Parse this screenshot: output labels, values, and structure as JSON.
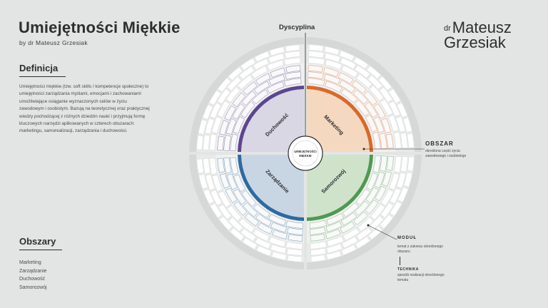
{
  "header": {
    "title": "Umiejętności Miękkie",
    "byline": "by dr Mateusz Grzesiak"
  },
  "logo": {
    "prefix": "dr",
    "line1": "Mateusz",
    "line2": "Grzesiak"
  },
  "definition": {
    "title": "Definicja",
    "text": "Umiejętności miękkie (tzw. soft skills / kompetencje społeczne) to umiejętności zarządzania myślami, emocjami i zachowaniami umożliwiające osiąganie wyznaczonych celów w życiu zawodowym i osobistym. Bazują na teoretycznej oraz praktycznej wiedzy pochodzącej z różnych dziedzin nauki i przyjmują formę kluczowych narzędzi aplikowanych w czterech obszarach: marketingu, samorealizacji, zarządzania i duchowości."
  },
  "areas": {
    "title": "Obszary",
    "items": [
      "Marketing",
      "Zarządzanie",
      "Duchowość",
      "Samorozwój"
    ]
  },
  "wheel": {
    "top_label": "Dyscyplina",
    "center_line1": "UMIEJĘTNOŚCI",
    "center_line2": "MIĘKKIE",
    "quadrants": [
      {
        "name": "Duchowość",
        "color": "#5c4591",
        "fill": "#d9d7e3"
      },
      {
        "name": "Marketing",
        "color": "#d9692b",
        "fill": "#f5d8c0"
      },
      {
        "name": "Samorozwój",
        "color": "#4d9a52",
        "fill": "#cfe3cb"
      },
      {
        "name": "Zarządzanie",
        "color": "#2f6aa2",
        "fill": "#c8d6e4"
      }
    ]
  },
  "legend": {
    "obszar_title": "OBSZAR",
    "obszar_desc": "określona część życia zawodowego i osobistego",
    "modul_title": "MODUŁ",
    "modul_desc": "temat z zakresu określonego obszaru",
    "technika_title": "TECHNIKA",
    "technika_desc": "sposób realizacji określonego tematu"
  }
}
